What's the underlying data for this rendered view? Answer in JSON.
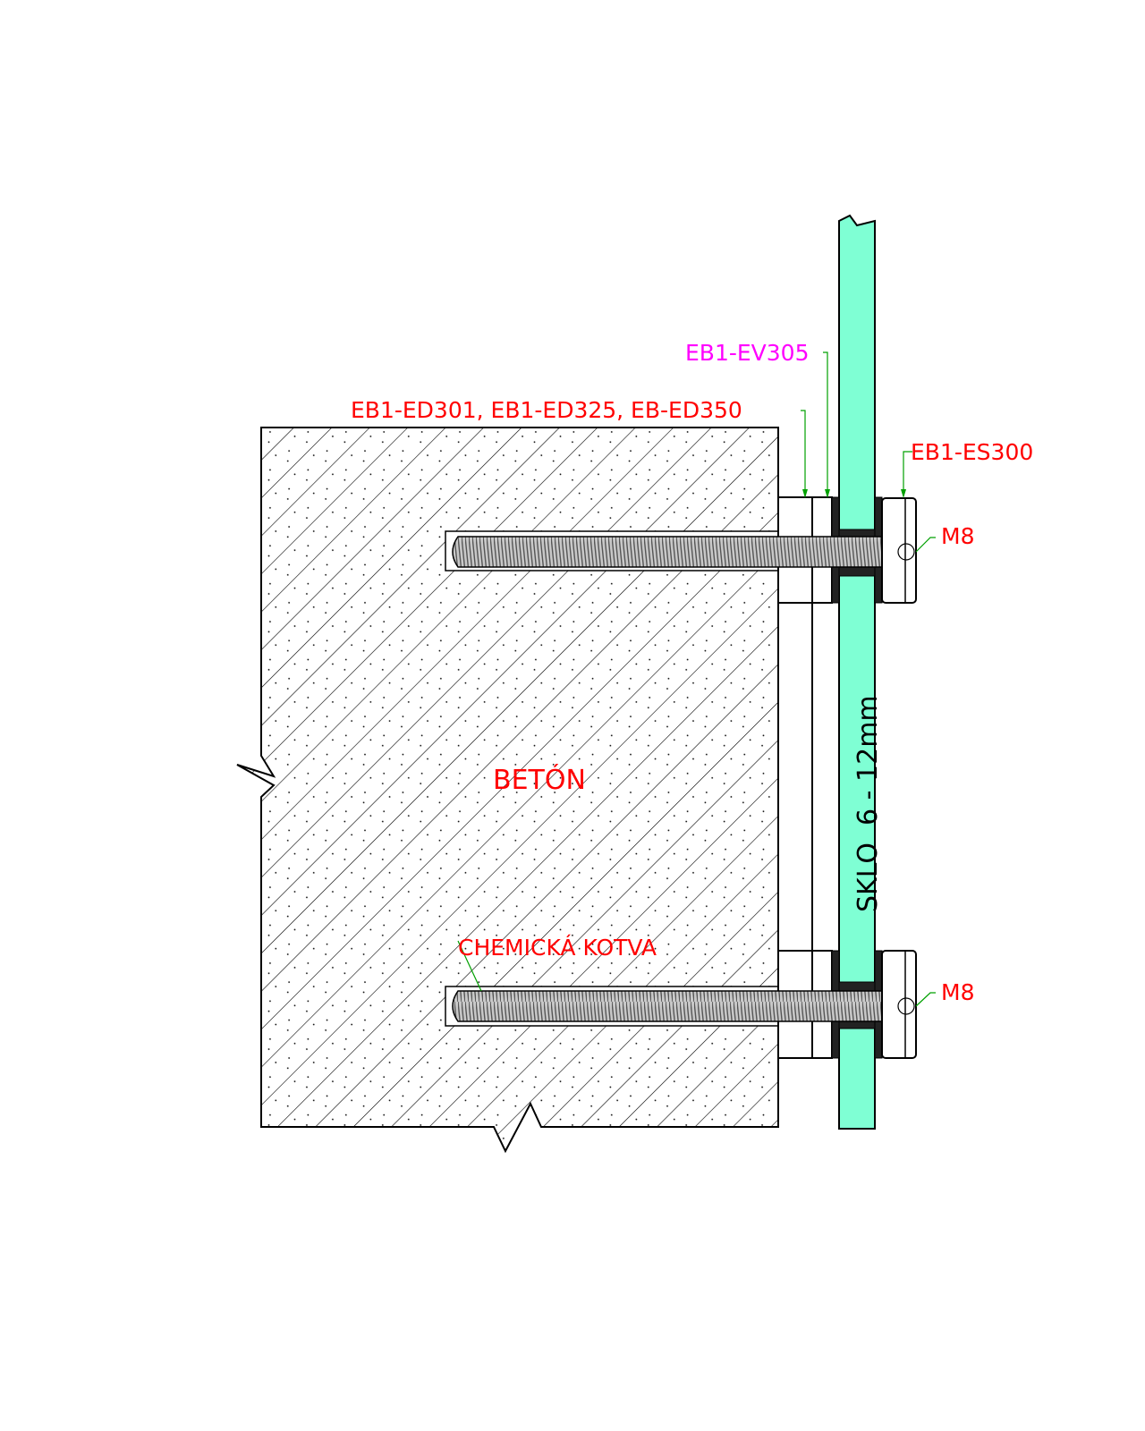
{
  "labels": {
    "concrete": "BETÓN",
    "glass": "SKLO  6 - 12mm",
    "spacer": "EB1-EV305",
    "distance_holders": "EB1-ED301, EB1-ED325, EB-ED350",
    "screw_cap": "EB1-ES300",
    "bolt_top": "M8",
    "bolt_bottom": "M8",
    "anchor": "CHEMICKÁ KOTVA"
  },
  "colors": {
    "label_red": "#ff0000",
    "label_magenta": "#ff00ff",
    "glass": "#7fffd4",
    "leader": "#00a000",
    "rubber": "#222222"
  }
}
